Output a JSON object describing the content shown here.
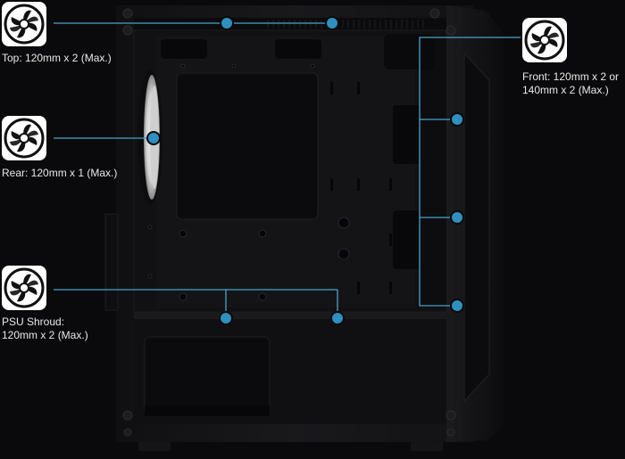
{
  "labels": {
    "top": "Top: 120mm x 2 (Max.)",
    "rear": "Rear: 120mm x 1 (Max.)",
    "psu_line1": "PSU Shroud:",
    "psu_line2": "120mm x 2 (Max.)",
    "front_line1": "Front: 120mm x 2 or",
    "front_line2": "140mm x 2 (Max.)"
  },
  "icons": {
    "fan": "fan-icon"
  },
  "colors": {
    "background": "#0a0a0c",
    "case_body": "#141416",
    "case_panel": "#0f0f11",
    "accent_line": "#4aa3c8",
    "accent_dot": "#2f8fbf",
    "label_text": "#e8e8e8"
  }
}
